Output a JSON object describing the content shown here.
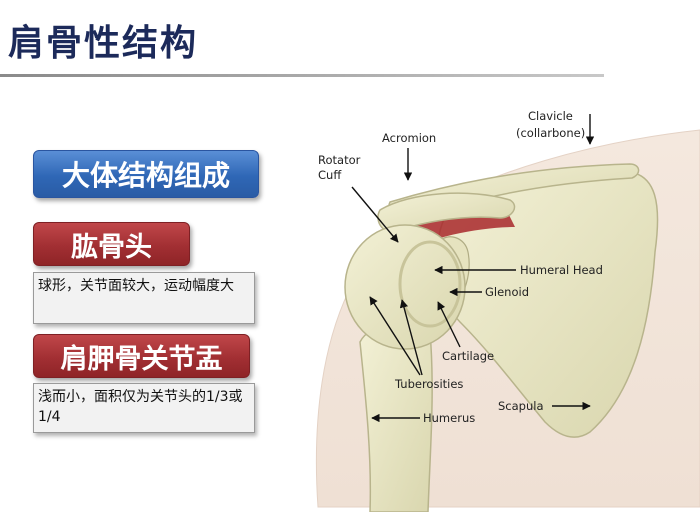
{
  "title": "肩骨性结构",
  "sections": {
    "main_heading": "大体结构组成",
    "humerus_head": {
      "heading": "肱骨头",
      "description": "球形，关节面较大，运动幅度大"
    },
    "glenoid": {
      "heading": "肩胛骨关节盂",
      "description": "浅而小，面积仅为关节头的1/3或1/4"
    }
  },
  "diagram": {
    "labels": {
      "rotator_line1": "Rotator",
      "rotator_line2": "Cuff",
      "acromion": "Acromion",
      "clavicle_line1": "Clavicle",
      "clavicle_line2": "(collarbone)",
      "humeral_head": "Humeral Head",
      "glenoid": "Glenoid",
      "cartilage": "Cartilage",
      "tuberosities": "Tuberosities",
      "humerus": "Humerus",
      "scapula": "Scapula"
    }
  }
}
